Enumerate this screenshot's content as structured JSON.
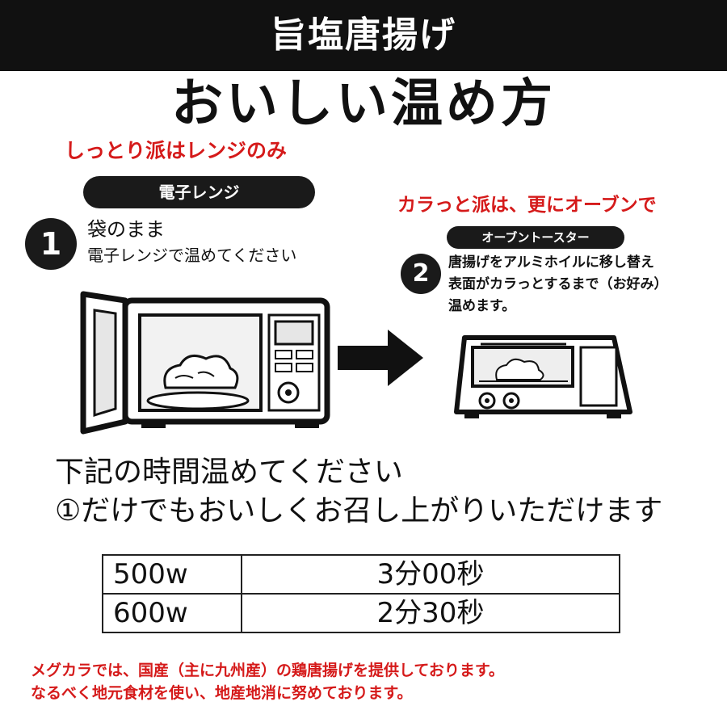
{
  "header": {
    "brand_title": "旨塩唐揚げ"
  },
  "main_title": "おいしい温め方",
  "notes": {
    "moist": "しっとり派はレンジのみ",
    "crispy": "カラっと派は、更にオーブンで"
  },
  "step1": {
    "method_label": "電子レンジ",
    "number": "1",
    "line1": "袋のまま",
    "line2": "電子レンジで温めてください"
  },
  "step2": {
    "method_label": "オーブントースター",
    "number": "2",
    "line1": "唐揚げをアルミホイルに移し替え",
    "line2": "表面がカラっとするまで（お好み）",
    "line3": "温めます。"
  },
  "instructions": {
    "line1": "下記の時間温めてください",
    "line2": "①だけでもおいしくお召し上がりいただけます"
  },
  "heating_table": [
    {
      "wattage": "500w",
      "duration": "3分00秒"
    },
    {
      "wattage": "600w",
      "duration": "2分30秒"
    }
  ],
  "footer": {
    "line1": "メグカラでは、国産（主に九州産）の鶏唐揚げを提供しております。",
    "line2": "なるべく地元食材を使い、地産地消に努めております。"
  },
  "colors": {
    "accent_red": "#d51a1a",
    "dark": "#1a1a1a"
  }
}
